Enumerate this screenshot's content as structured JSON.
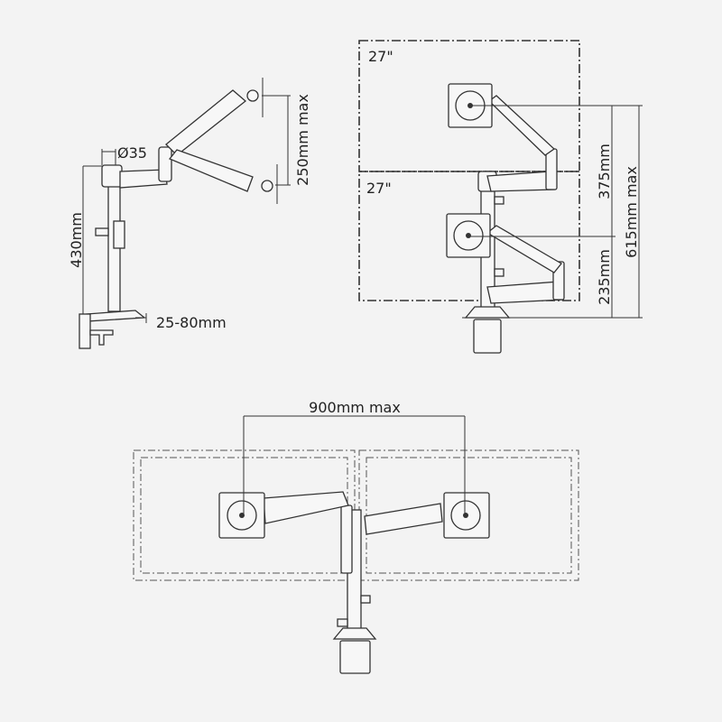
{
  "side_view": {
    "pole_diameter": "Ø35",
    "pole_height": "430mm",
    "vertical_travel": "250mm max",
    "desk_thickness": "25-80mm"
  },
  "stacked_view": {
    "monitor_top_size": "27\"",
    "monitor_bottom_size": "27\"",
    "spacing": "375mm",
    "lower_height": "235mm",
    "total_height": "615mm max"
  },
  "side_by_side_view": {
    "span": "900mm max"
  }
}
